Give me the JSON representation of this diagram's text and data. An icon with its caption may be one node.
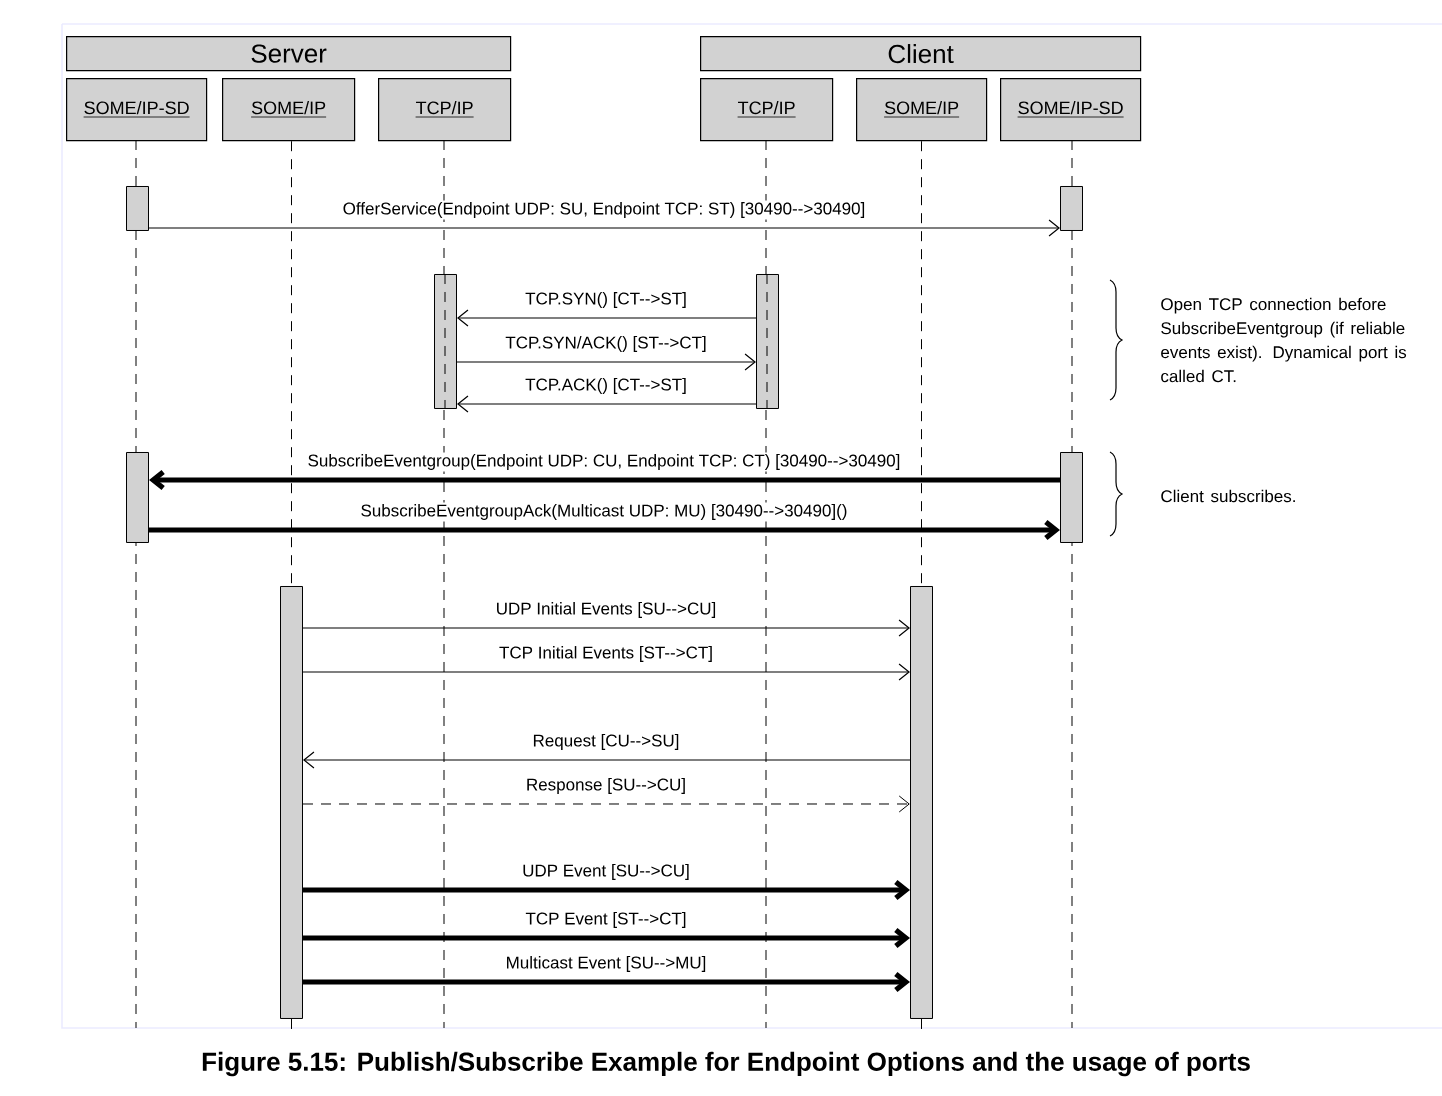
{
  "diagram": {
    "caption": "Figure 5.15: Publish/Subscribe Example for Endpoint Options and the usage of ports",
    "nodes": [
      {
        "text": [
          "Server"
        ]
      },
      {
        "text": [
          "Client"
        ]
      },
      {
        "text": [
          "SOME/IP-SD"
        ]
      },
      {
        "text": [
          "SOME/IP"
        ]
      },
      {
        "text": [
          "TCP/IP"
        ]
      },
      {
        "text": [
          "TCP/IP"
        ]
      },
      {
        "text": [
          "SOME/IP"
        ]
      },
      {
        "text": [
          "SOME/IP-SD"
        ]
      },
      {
        "text": [],
        "shape": "bar"
      },
      {
        "text": [],
        "shape": "bar"
      },
      {
        "text": [],
        "shape": "bar"
      },
      {
        "text": [],
        "shape": "bar"
      },
      {
        "text": [],
        "shape": "bar"
      },
      {
        "text": [],
        "shape": "bar"
      },
      {
        "text": [],
        "shape": "bar"
      },
      {
        "text": [],
        "shape": "bar"
      }
    ],
    "edges": [
      {
        "from": 8,
        "to": 9,
        "arrow": "to",
        "label": "OfferService(Endpoint UDP: SU, Endpoint TCP: ST) [30490-->30490]"
      },
      {
        "from": 11,
        "to": 10,
        "arrow": "to",
        "label": "TCP.SYN() [CT-->ST]"
      },
      {
        "from": 10,
        "to": 11,
        "arrow": "to",
        "label": "TCP.SYN/ACK() [ST-->CT]"
      },
      {
        "from": 11,
        "to": 10,
        "arrow": "to",
        "label": "TCP.ACK() [CT-->ST]"
      },
      {
        "from": 13,
        "to": 12,
        "arrow": "to",
        "label": "SubscribeEventgroup(Endpoint UDP: CU, Endpoint TCP: CT) [30490-->30490]",
        "style": "thick"
      },
      {
        "from": 12,
        "to": 13,
        "arrow": "to",
        "label": "SubscribeEventgroupAck(Multicast UDP: MU) [30490-->30490]()",
        "style": "thick"
      },
      {
        "from": 14,
        "to": 15,
        "arrow": "to",
        "label": "UDP Initial Events [SU-->CU]"
      },
      {
        "from": 14,
        "to": 15,
        "arrow": "to",
        "label": "TCP Initial Events [ST-->CT]"
      },
      {
        "from": 15,
        "to": 14,
        "arrow": "to",
        "label": "Request [CU-->SU]"
      },
      {
        "from": 14,
        "to": 15,
        "arrow": "to",
        "label": "Response [SU-->CU]",
        "style": "dashed"
      },
      {
        "from": 14,
        "to": 15,
        "arrow": "to",
        "label": "UDP Event [SU-->CU]",
        "style": "thick"
      },
      {
        "from": 14,
        "to": 15,
        "arrow": "to",
        "label": "TCP Event [ST-->CT]",
        "style": "thick"
      },
      {
        "from": 14,
        "to": 15,
        "arrow": "to",
        "label": "Multicast Event [SU-->MU]",
        "style": "thick"
      },
      {
        "from": 3,
        "to": 14,
        "arrow": "none",
        "style": "dashed"
      },
      {
        "from": 6,
        "to": 15,
        "arrow": "none",
        "style": "dashed"
      }
    ],
    "labels": [
      "Open TCP connection before SubscribeEventgroup (if reliable events exist). Dynamical port is called CT.",
      "Client subscribes."
    ]
  }
}
